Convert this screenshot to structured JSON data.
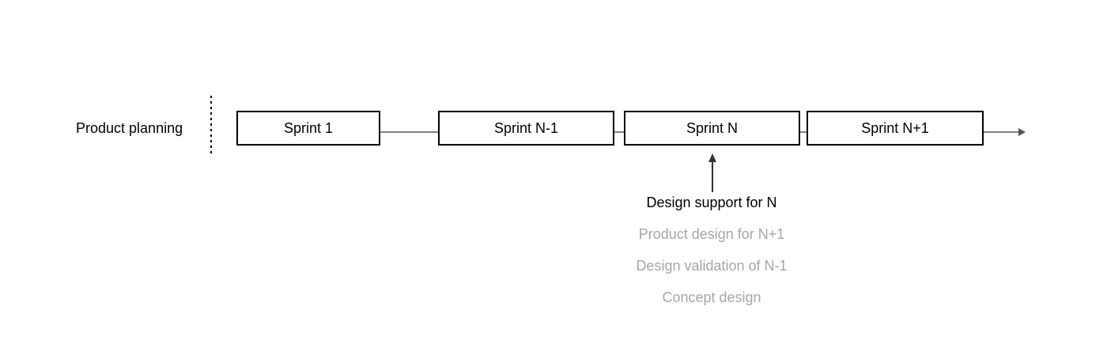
{
  "planning": {
    "label": "Product planning"
  },
  "sprints": [
    {
      "label": "Sprint 1"
    },
    {
      "label": "Sprint N-1"
    },
    {
      "label": "Sprint N"
    },
    {
      "label": "Sprint N+1"
    }
  ],
  "activities": {
    "current": "Design support for N",
    "others": [
      "Product design for N+1",
      "Design validation of N-1",
      "Concept design"
    ]
  },
  "colors": {
    "line": "#000000",
    "arrow": "#555555",
    "muted_text": "#a6a6a6",
    "text": "#000000"
  }
}
